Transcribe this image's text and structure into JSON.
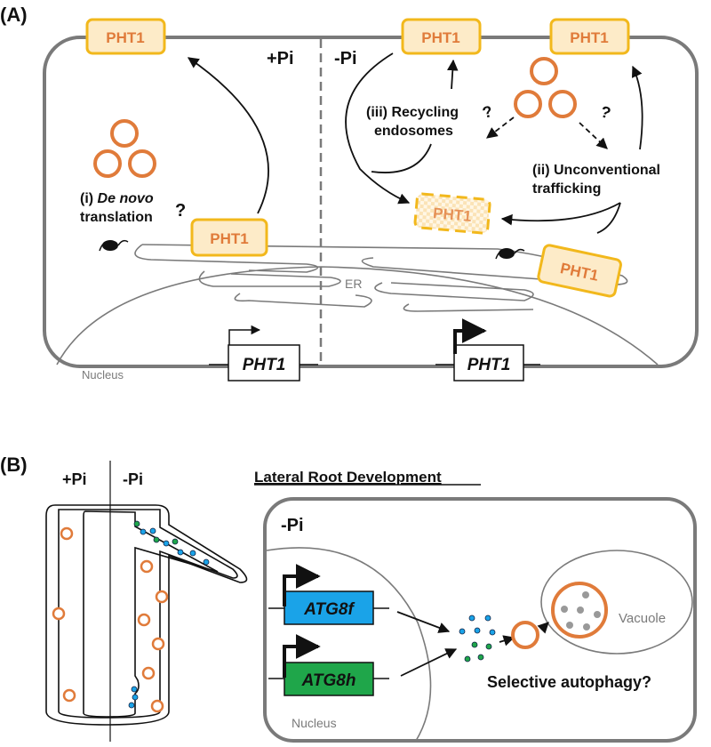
{
  "panelA": {
    "label": "(A)",
    "plus_pi": "+Pi",
    "minus_pi": "-Pi",
    "transporter": "PHT1",
    "gene": "PHT1",
    "er_label": "ER",
    "nucleus_label": "Nucleus",
    "pathway_i_prefix": "(i) ",
    "pathway_i_italic": "De novo",
    "pathway_i_line2": "translation",
    "pathway_ii_line1": "(ii) Unconventional",
    "pathway_ii_line2": "trafficking",
    "pathway_iii_line1": "(iii) Recycling",
    "pathway_iii_line2": "endosomes",
    "question": "?"
  },
  "panelB": {
    "label": "(B)",
    "plus_pi": "+Pi",
    "minus_pi": "-Pi",
    "title": "Lateral Root Development",
    "cell_condition": "-Pi",
    "gene_f": "ATG8f",
    "gene_h": "ATG8h",
    "nucleus_label": "Nucleus",
    "vacuole_label": "Vacuole",
    "question_text": "Selective autophagy?"
  },
  "colors": {
    "membrane": "#7a7a7a",
    "pht_fill": "#fdebc8",
    "pht_stroke": "#f2b81c",
    "pht_text": "#e07b3a",
    "vesicle": "#e07b3a",
    "atg8f": "#1aa3e8",
    "atg8h": "#1fa64a"
  }
}
